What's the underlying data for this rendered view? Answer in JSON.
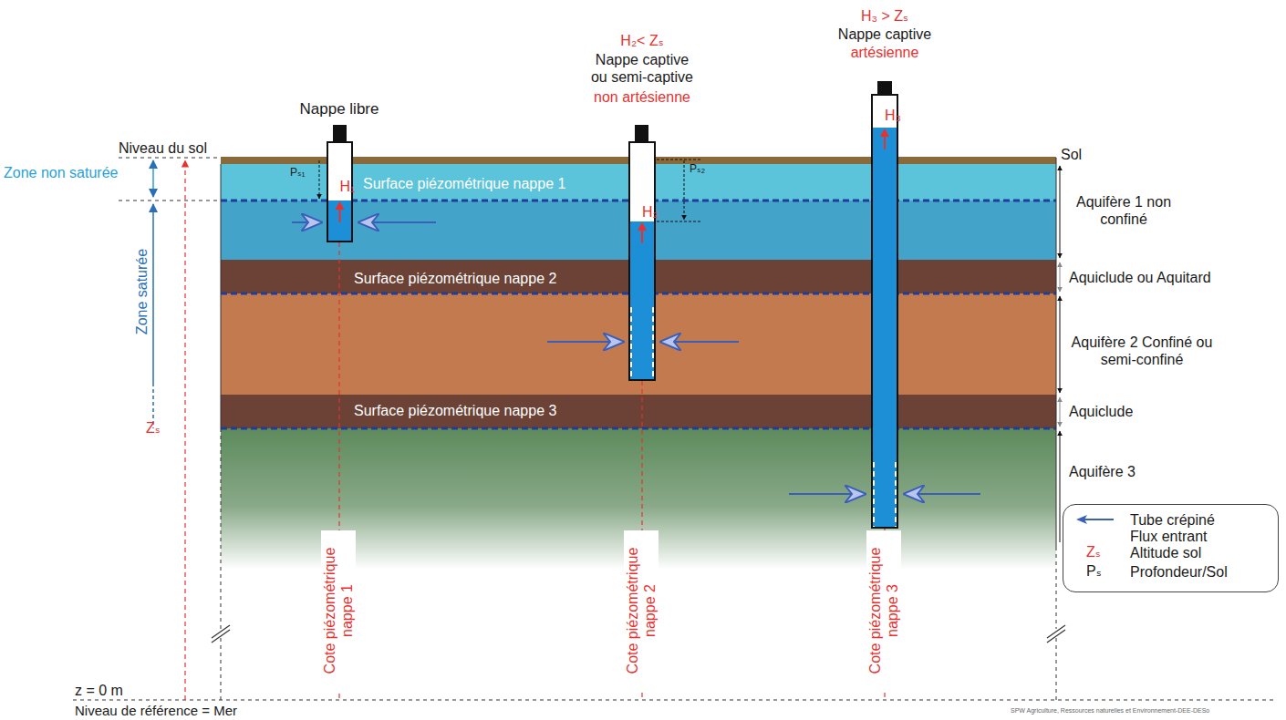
{
  "diagram": {
    "nodes": [
      {
        "text": [
          "H₁"
        ]
      },
      {
        "text": [
          "H₂"
        ]
      },
      {
        "text": [
          "H₃"
        ]
      }
    ],
    "labels": [
      "Nappe libre",
      "H₂< Zₛ",
      "Nappe captive ou semi-captive",
      "non artésienne",
      "H₃ > Zₛ",
      "Nappe captive",
      "artésienne",
      "Niveau du sol",
      "Zone non saturée",
      "Pₛ₁",
      "Pₛ₂",
      "Surface piézométrique nappe 1",
      "Surface piézométrique nappe 2",
      "Surface piézométrique nappe 3",
      "Sol",
      "Aquifère 1 non confiné",
      "Aquiclude ou Aquitard",
      "Aquifère 2 Confiné ou semi-confiné",
      "Aquiclude",
      "Aquifère 3",
      "Zone saturée",
      "Zₛ",
      "Cote piézométrique nappe 1",
      "Cote piézométrique nappe 2",
      "Cote piézométrique nappe 3",
      "z = 0 m",
      "Niveau de référence = Mer",
      "SPW Agriculture, Ressources naturelles et Environnement-DEE-DESo",
      "Zₛ",
      "Pₛ"
    ],
    "legend": [
      {
        "text": "Tube crépiné"
      },
      {
        "text": "Flux entrant"
      },
      {
        "text": "Altitude sol"
      },
      {
        "text": "Profondeur/Sol"
      }
    ]
  }
}
